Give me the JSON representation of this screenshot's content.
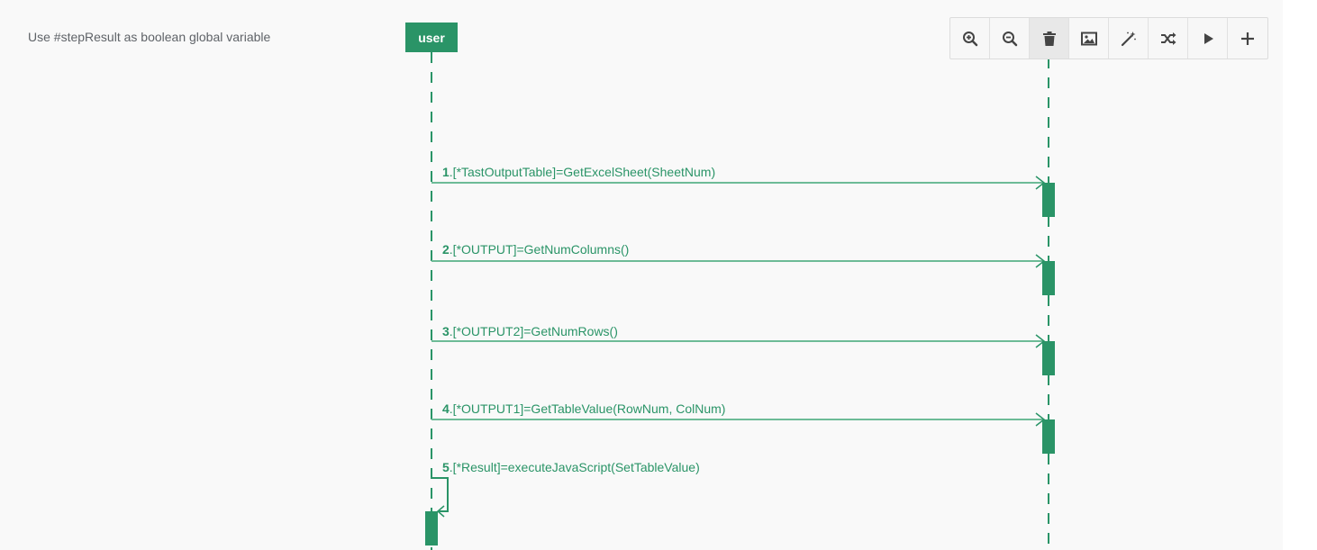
{
  "note": "Use #stepResult as boolean global variable",
  "actor": {
    "label": "user"
  },
  "toolbar": {
    "buttons": [
      {
        "name": "zoom-in",
        "icon": "zoom-in-icon"
      },
      {
        "name": "zoom-out",
        "icon": "zoom-out-icon"
      },
      {
        "name": "delete",
        "icon": "trash-icon",
        "active": true
      },
      {
        "name": "export-image",
        "icon": "image-icon"
      },
      {
        "name": "magic",
        "icon": "magic-wand-icon"
      },
      {
        "name": "shuffle",
        "icon": "shuffle-icon"
      },
      {
        "name": "run",
        "icon": "play-icon"
      },
      {
        "name": "add",
        "icon": "plus-icon"
      }
    ]
  },
  "messages": [
    {
      "num": "1",
      "text": ".[*TastOutputTable]=GetExcelSheet(SheetNum)"
    },
    {
      "num": "2",
      "text": ".[*OUTPUT]=GetNumColumns()"
    },
    {
      "num": "3",
      "text": ".[*OUTPUT2]=GetNumRows()"
    },
    {
      "num": "4",
      "text": ".[*OUTPUT1]=GetTableValue(RowNum, ColNum)"
    },
    {
      "num": "5",
      "text": ".[*Result]=executeJavaScript(SetTableValue)"
    }
  ],
  "colors": {
    "primary": "#2a9467",
    "line": "#6dbb97",
    "background": "#f9f9f9"
  }
}
